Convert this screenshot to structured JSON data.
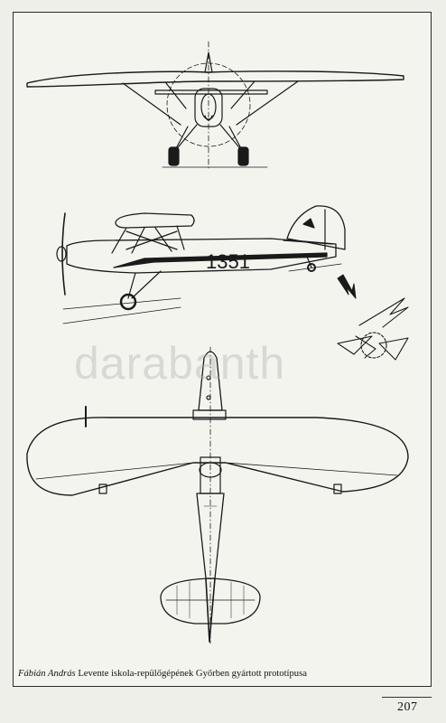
{
  "figure": {
    "registration": "1351"
  },
  "caption": {
    "author": "Fábián András",
    "text": "Levente iskola-repülőgépének Győrben gyártott prototípusa"
  },
  "page_number": "207",
  "watermark": "darabanth",
  "colors": {
    "ink": "#1a1a1a",
    "paper": "#f4f4ef",
    "background": "#efefe9"
  }
}
